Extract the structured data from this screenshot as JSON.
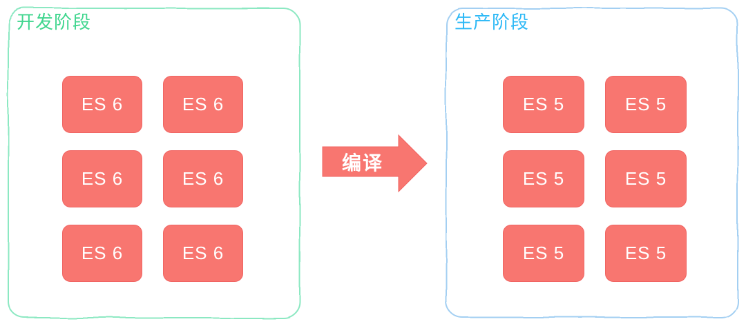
{
  "panels": {
    "dev": {
      "title": "开发阶段",
      "title_color": "#41d68f",
      "border_color": "#8ce8c2",
      "boxes": [
        "ES 6",
        "ES 6",
        "ES 6",
        "ES 6",
        "ES 6",
        "ES 6"
      ]
    },
    "prod": {
      "title": "生产阶段",
      "title_color": "#2eb9f6",
      "border_color": "#a3cff2",
      "boxes": [
        "ES 5",
        "ES 5",
        "ES 5",
        "ES 5",
        "ES 5",
        "ES 5"
      ]
    }
  },
  "arrow": {
    "label": "编译",
    "color": "#f87670"
  },
  "box": {
    "fill": "#f87670",
    "text_color": "#ffffff"
  }
}
